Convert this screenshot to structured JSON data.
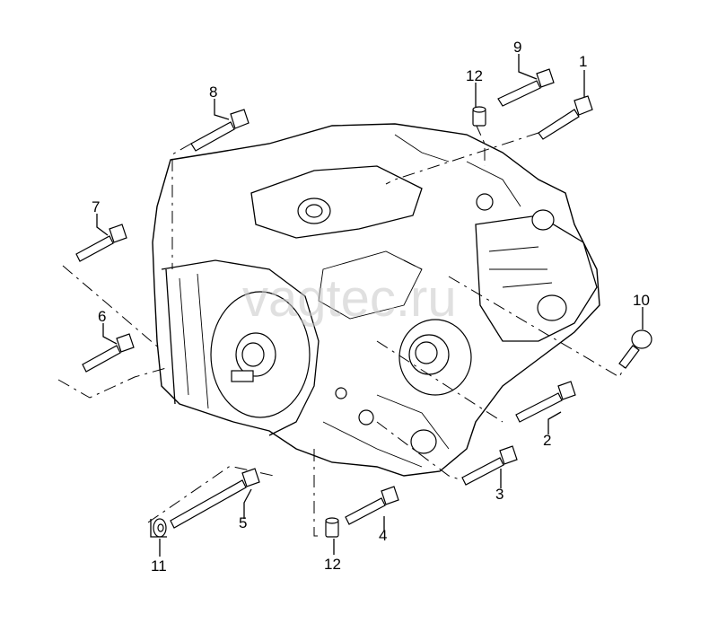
{
  "watermark": "vagtec.ru",
  "callouts": [
    {
      "id": "1",
      "label": "1"
    },
    {
      "id": "2",
      "label": "2"
    },
    {
      "id": "3",
      "label": "3"
    },
    {
      "id": "4",
      "label": "4"
    },
    {
      "id": "5",
      "label": "5"
    },
    {
      "id": "6",
      "label": "6"
    },
    {
      "id": "7",
      "label": "7"
    },
    {
      "id": "8",
      "label": "8"
    },
    {
      "id": "9",
      "label": "9"
    },
    {
      "id": "10",
      "label": "10"
    },
    {
      "id": "11",
      "label": "11"
    },
    {
      "id": "12a",
      "label": "12"
    },
    {
      "id": "12b",
      "label": "12"
    }
  ]
}
